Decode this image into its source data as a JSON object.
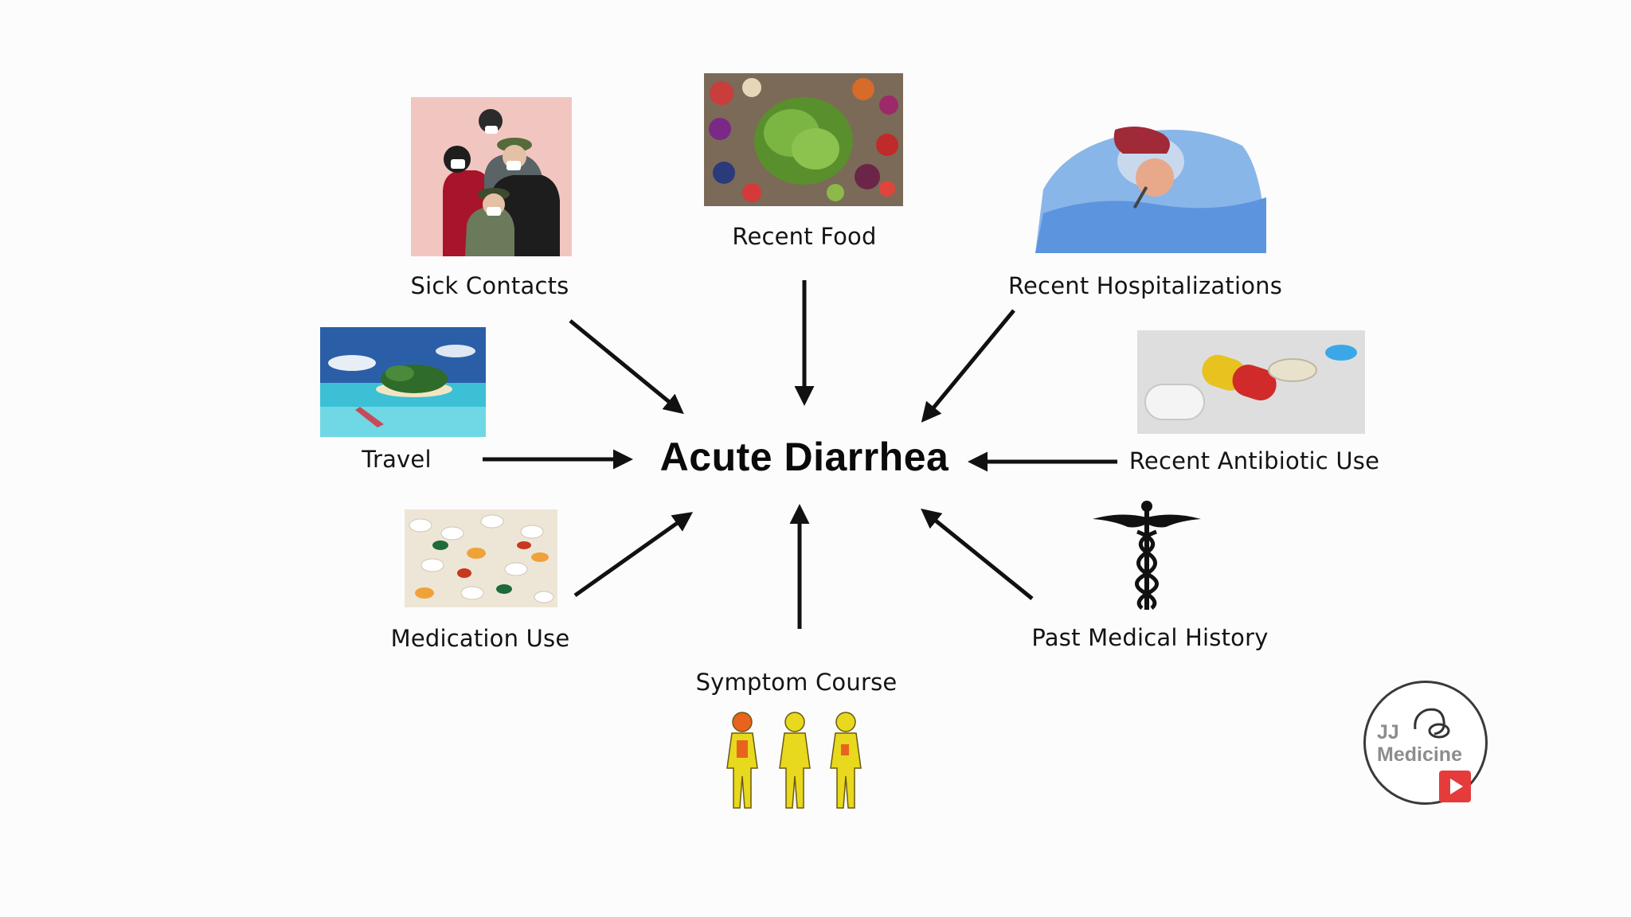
{
  "diagram": {
    "center": "Acute Diarrhea",
    "factors": {
      "sick_contacts": "Sick Contacts",
      "recent_food": "Recent Food",
      "recent_hospitalizations": "Recent Hospitalizations",
      "travel": "Travel",
      "recent_antibiotic_use": "Recent Antibiotic Use",
      "medication_use": "Medication Use",
      "past_medical_history": "Past Medical History",
      "symptom_course": "Symptom Course"
    }
  },
  "logo": {
    "line1": "JJ",
    "line2": "Medicine"
  },
  "colors": {
    "arrow": "#111111",
    "logo_text": "#8d8d8d",
    "youtube_red": "#e63b3b"
  }
}
